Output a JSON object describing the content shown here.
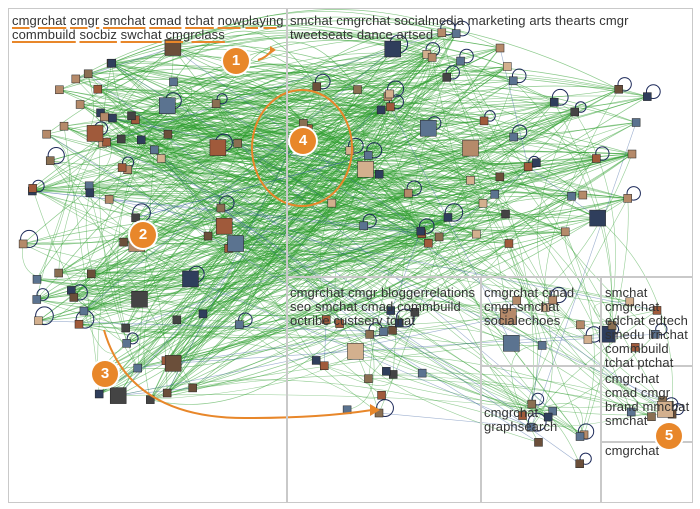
{
  "title": {
    "words": [
      "cmgrchat",
      "cmgr",
      "smchat",
      "cmad",
      "tchat",
      "nowplaying",
      "commbuild",
      "socbiz",
      "swchat",
      "cmgrclass"
    ]
  },
  "groups": {
    "g2": "smchat cmgrchat socialmedia marketing arts thearts cmgr tweetseats dance artsed",
    "g3": "cmgrchat cmgr bloggerrelations seo smchat cmad commbuild octribe custserv tchat",
    "g4": "cmgrchat cmad cmgr smchat socialechoes",
    "g5": "smchat cmgrchat edchat edtech smedu lrnchat commbuild tchat ptchat",
    "g6": "cmgrchat cmad cmgr brand mmchat smchat",
    "g7": "cmgrchat graphsearch",
    "g8": "cmgrchat"
  },
  "badges": [
    "1",
    "2",
    "3",
    "4",
    "5"
  ],
  "colors": {
    "edge": "#2e9e2e",
    "edge_blue": "#3a5fa0",
    "accent": "#e8872a",
    "border": "#c9c9c9",
    "text": "#333333"
  }
}
